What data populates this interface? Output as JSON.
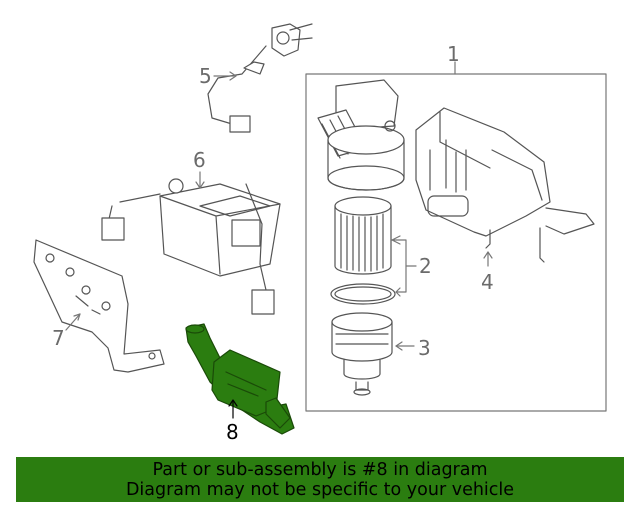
{
  "callouts": {
    "c1": "1",
    "c2": "2",
    "c3": "3",
    "c4": "4",
    "c5": "5",
    "c6": "6",
    "c7": "7",
    "c8": "8"
  },
  "banner": {
    "line1": "Part or sub-assembly is #8 in diagram",
    "line2": "Diagram may not be specific to your vehicle"
  },
  "colors": {
    "highlight_part": "#2b7d10",
    "banner_bg": "#2b7d10",
    "line_art": "#555555"
  }
}
